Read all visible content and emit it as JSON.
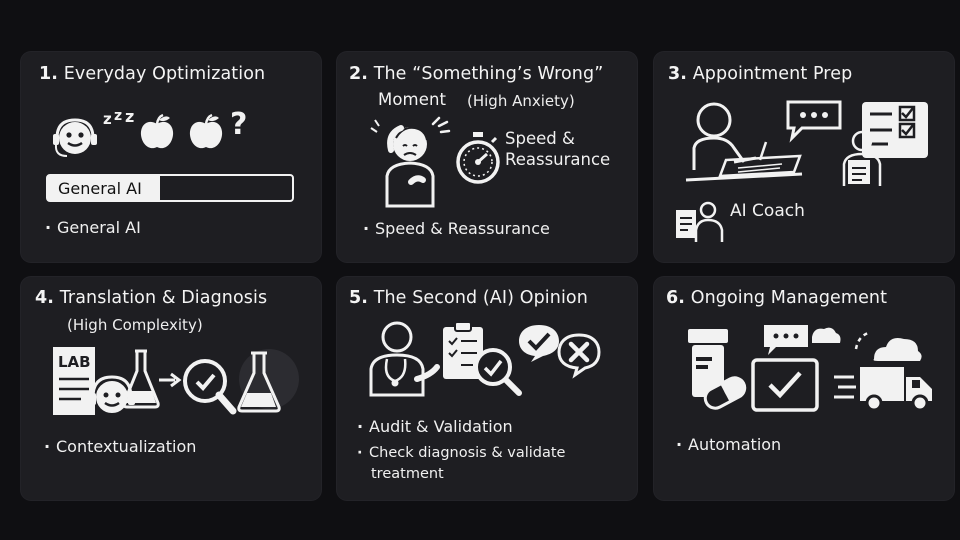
{
  "cards": [
    {
      "number": "1.",
      "title": "Everyday Optimization",
      "icons": [
        "robot-headset-icon",
        "sleep-zzz-icon",
        "apple-icon",
        "apple-question-icon"
      ],
      "bar_label": "General AI",
      "bar_fill": 0.46,
      "bullets": [
        "General AI"
      ]
    },
    {
      "number": "2.",
      "title": "The “Something’s Wrong”",
      "title_line2": "Moment",
      "subtitle": "(High Anxiety)",
      "icons": [
        "worried-person-icon",
        "stopwatch-icon"
      ],
      "icon_label": "Speed &\nReassurance",
      "bullets": [
        "Speed & Reassurance"
      ]
    },
    {
      "number": "3.",
      "title": "Appointment Prep",
      "icons": [
        "person-writing-icon",
        "chat-bubble-icon",
        "checklist-icon",
        "doctor-clipboard-icon",
        "ai-coach-icon"
      ],
      "icon_label": "AI Coach"
    },
    {
      "number": "4.",
      "title": "Translation & Diagnosis",
      "subtitle": "(High Complexity)",
      "lab_text": "LAB",
      "icons": [
        "lab-report-icon",
        "robot-headset-icon",
        "flask-icon",
        "arrow-right-icon",
        "magnifier-check-icon",
        "flask-icon"
      ],
      "bullets": [
        "Contextualization"
      ]
    },
    {
      "number": "5.",
      "title": "The Second (AI) Opinion",
      "icons": [
        "doctor-icon",
        "clipboard-checklist-icon",
        "magnifier-check-icon",
        "check-bubble-icon",
        "x-bubble-icon"
      ],
      "bullets": [
        "Audit & Validation",
        "Check diagnosis & validate",
        "treatment"
      ]
    },
    {
      "number": "6.",
      "title": "Ongoing Management",
      "icons": [
        "pill-bottle-icon",
        "chat-bubble-icon",
        "cloud-icon",
        "pill-capsule-icon",
        "check-box-icon",
        "delivery-truck-icon"
      ],
      "bullets": [
        "Automation"
      ]
    }
  ],
  "colors": {
    "background": "#0f0f12",
    "card": "#1e1e22",
    "text": "#f2f2f2"
  }
}
